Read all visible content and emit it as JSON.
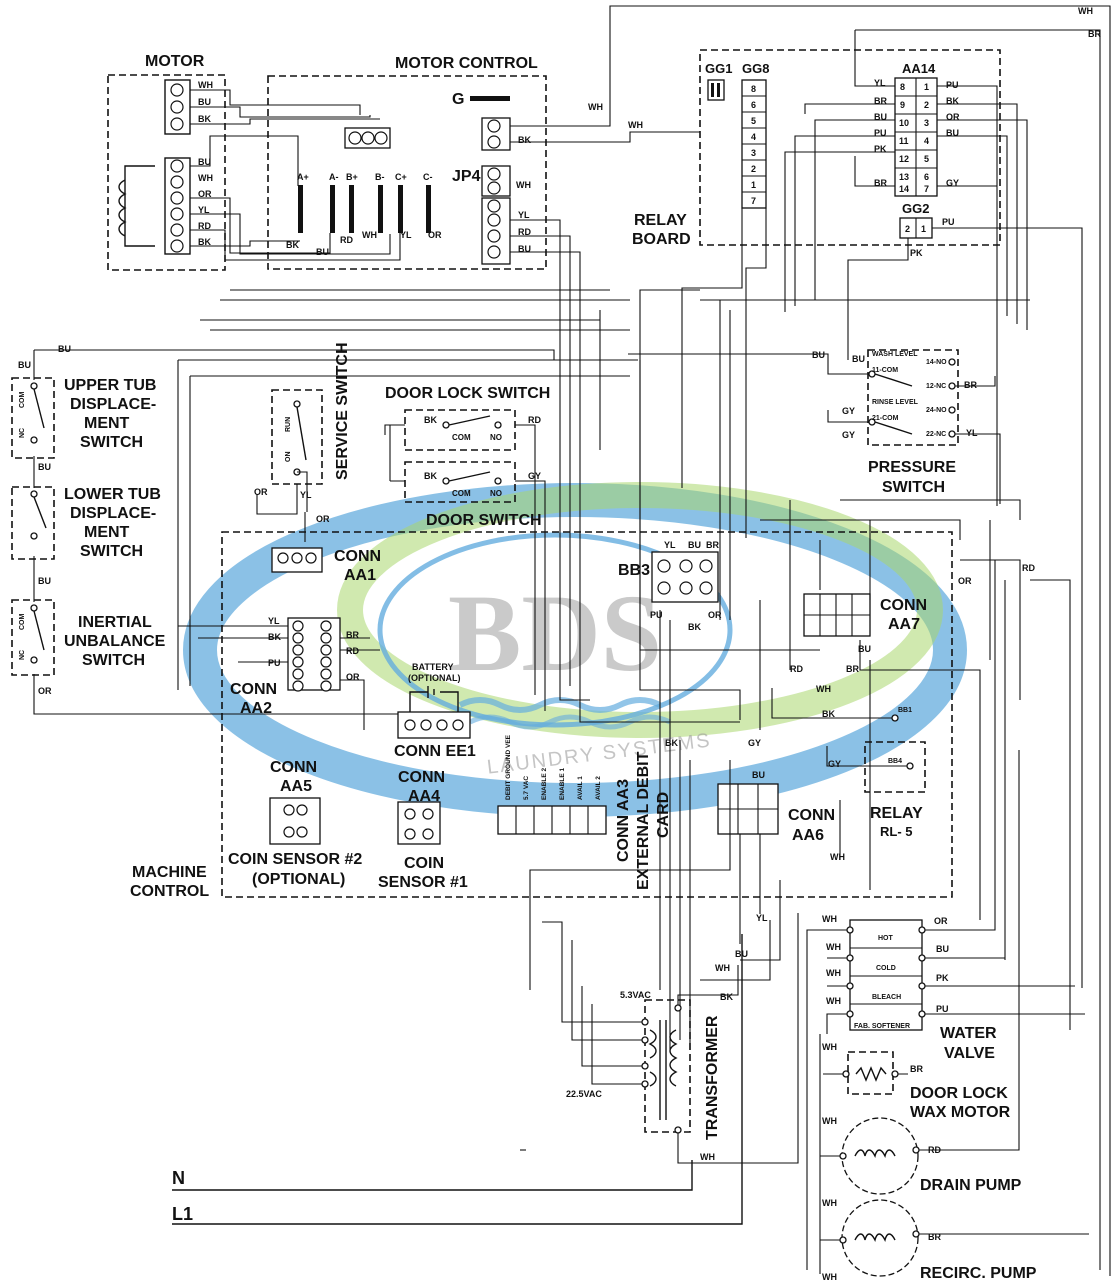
{
  "watermark": {
    "brand": "BDS",
    "tagline": "LAUNDRY SYSTEMS"
  },
  "components": {
    "motor": "MOTOR",
    "motor_control": "MOTOR CONTROL",
    "motor_control_g": "G",
    "motor_control_jp4": "JP4",
    "relay_board": [
      "RELAY",
      "BOARD"
    ],
    "gg1": "GG1",
    "gg8": "GG8",
    "aa14": "AA14",
    "gg2": "GG2",
    "upper_tub_switch": [
      "UPPER TUB",
      "DISPLACE-",
      "MENT",
      "SWITCH"
    ],
    "lower_tub_switch": [
      "LOWER TUB",
      "DISPLACE-",
      "MENT",
      "SWITCH"
    ],
    "inertial_switch": [
      "INERTIAL",
      "UNBALANCE",
      "SWITCH"
    ],
    "door_lock_switch": "DOOR LOCK SWITCH",
    "door_switch": "DOOR SWITCH",
    "service_switch": "SERVICE SWITCH",
    "pressure_switch": [
      "PRESSURE",
      "SWITCH"
    ],
    "wash_level": "WASH LEVEL",
    "rinse_level": "RINSE LEVEL",
    "conn_aa1": [
      "CONN",
      "AA1"
    ],
    "conn_aa2": [
      "CONN",
      "AA2"
    ],
    "conn_aa5": [
      "CONN",
      "AA5"
    ],
    "conn_aa4": [
      "CONN",
      "AA4"
    ],
    "conn_ee1": "CONN EE1",
    "battery": [
      "BATTERY",
      "(OPTIONAL)"
    ],
    "conn_aa3": [
      "CONN AA3",
      "EXTERNAL DEBIT",
      "CARD"
    ],
    "conn_aa6": [
      "CONN",
      "AA6"
    ],
    "conn_aa7": [
      "CONN",
      "AA7"
    ],
    "bb3": "BB3",
    "bb1": "BB1",
    "bb4": "BB4",
    "relay_rl5": [
      "RELAY",
      "RL- 5"
    ],
    "coin_sensor_2": [
      "COIN SENSOR #2",
      "(OPTIONAL)"
    ],
    "coin_sensor_1": [
      "COIN",
      "SENSOR #1"
    ],
    "machine_control": [
      "MACHINE",
      "CONTROL"
    ],
    "transformer": "TRANSFORMER",
    "transformer_v1": "5.3VAC",
    "transformer_v2": "22.5VAC",
    "water_valve": [
      "WATER",
      "VALVE"
    ],
    "valve_hot": "HOT",
    "valve_cold": "COLD",
    "valve_bleach": "BLEACH",
    "valve_softener": "FAB. SOFTENER",
    "door_lock_wax_motor": [
      "DOOR LOCK",
      "WAX MOTOR"
    ],
    "drain_pump": "DRAIN PUMP",
    "recirc_pump": "RECIRC. PUMP",
    "line_n": "N",
    "line_l1": "L1"
  },
  "contact_labels": {
    "com": "COM",
    "no": "NO",
    "nc": "NC",
    "run": "RUN",
    "on": "ON",
    "com_11": "11-COM",
    "com_21": "21-COM",
    "nc_14": "14-NO",
    "nc_12": "12-NC",
    "no_24": "24-NO",
    "nc_22": "22-NC"
  },
  "motor_control_terminals": [
    "A+",
    "A-",
    "B+",
    "B-",
    "C+",
    "C-"
  ],
  "aa3_pins": [
    "DEBIT GROUND VEE",
    "5.7 VAC",
    "ENABLE 2",
    "ENABLE 1",
    "AVAIL 1",
    "AVAIL 2"
  ],
  "wire_colors": {
    "WH": "WH",
    "BU": "BU",
    "BK": "BK",
    "OR": "OR",
    "YL": "YL",
    "RD": "RD",
    "BR": "BR",
    "PU": "PU",
    "PK": "PK",
    "GY": "GY"
  },
  "colors": {
    "ink": "#111111",
    "watermark_blue": "#4a9fd8",
    "watermark_green": "#9bcf53",
    "watermark_gray": "#8c8c8c"
  }
}
